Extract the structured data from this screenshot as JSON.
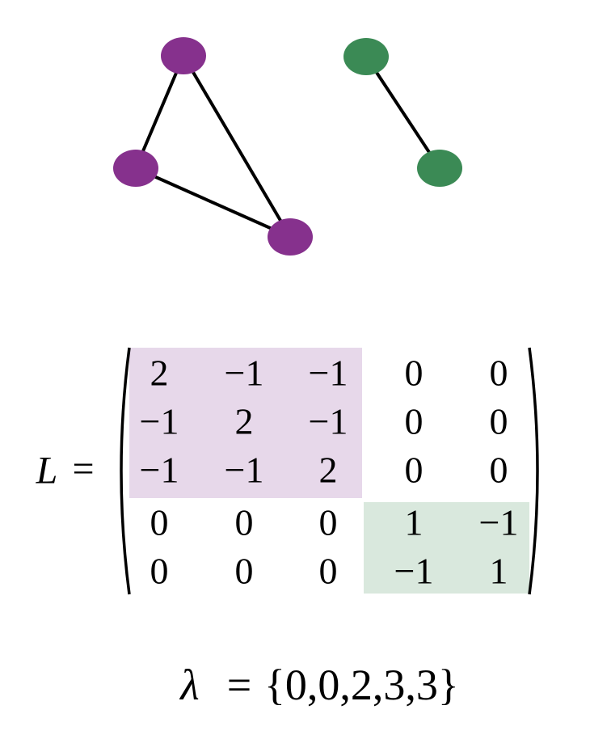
{
  "graph": {
    "nodes": [
      {
        "id": "a",
        "component": "purple"
      },
      {
        "id": "b",
        "component": "purple"
      },
      {
        "id": "c",
        "component": "purple"
      },
      {
        "id": "d",
        "component": "green"
      },
      {
        "id": "e",
        "component": "green"
      }
    ],
    "edges": [
      [
        "a",
        "b"
      ],
      [
        "a",
        "c"
      ],
      [
        "b",
        "c"
      ],
      [
        "d",
        "e"
      ]
    ]
  },
  "colors": {
    "purple_node": "#86318d",
    "green_node": "#3b8a55",
    "purple_block": "#e7d8ea",
    "green_block": "#d9e8dd",
    "edge": "#000000",
    "text": "#000000"
  },
  "matrix": {
    "label": "L",
    "equals": "=",
    "rows": [
      [
        "2",
        "−1",
        "−1",
        "0",
        "0"
      ],
      [
        "−1",
        "2",
        "−1",
        "0",
        "0"
      ],
      [
        "−1",
        "−1",
        "2",
        "0",
        "0"
      ],
      [
        "0",
        "0",
        "0",
        "1",
        "−1"
      ],
      [
        "0",
        "0",
        "0",
        "−1",
        "1"
      ]
    ]
  },
  "eigen": {
    "symbol": "λ",
    "equals": "=",
    "set_text": "{0,0,2,3,3}"
  }
}
